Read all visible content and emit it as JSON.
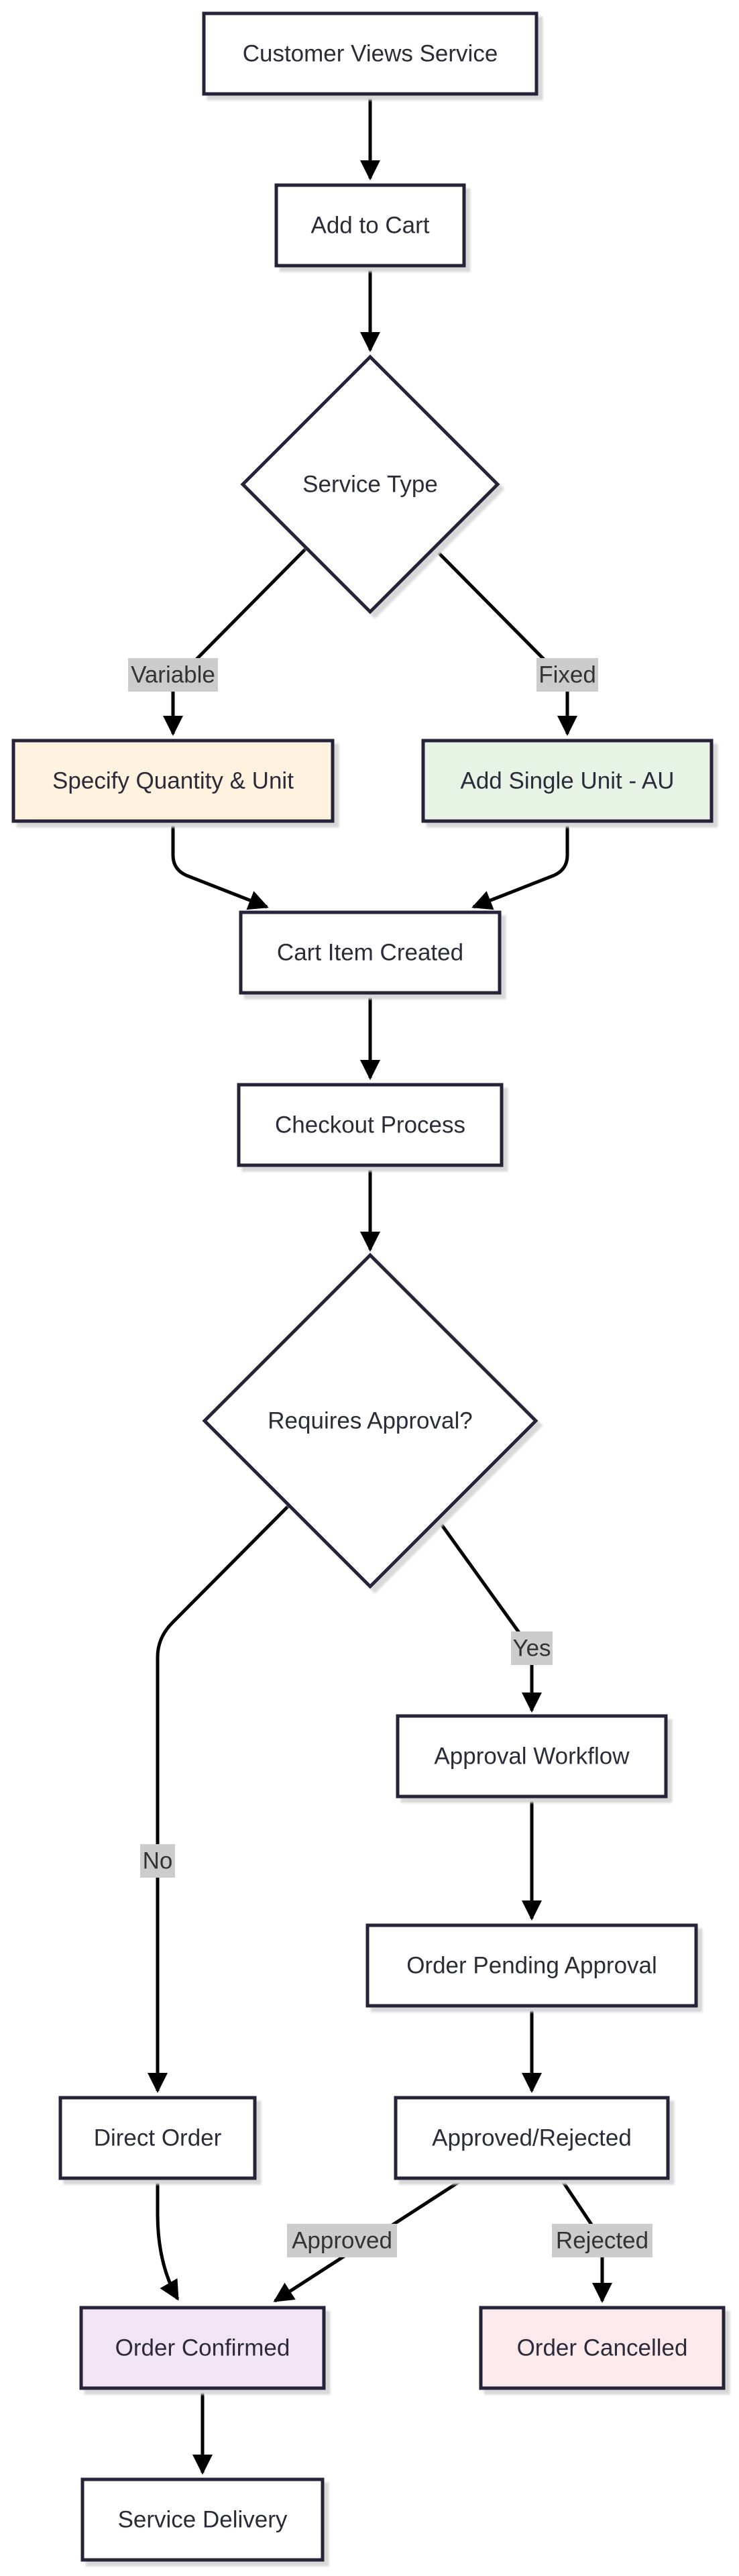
{
  "colors": {
    "default_fill": "#ffffff",
    "stroke": "#252438",
    "edge": "#000000",
    "label_bg": "#cccccc",
    "variable_fill": "#fff2df",
    "fixed_fill": "#e7f3e5",
    "confirmed_fill": "#f1e4f4",
    "cancelled_fill": "#fce9ec"
  },
  "nodes": {
    "customer_views": {
      "label": "Customer Views Service",
      "shape": "process"
    },
    "add_to_cart": {
      "label": "Add to Cart",
      "shape": "process"
    },
    "service_type": {
      "label": "Service Type",
      "shape": "decision"
    },
    "specify_quantity": {
      "label": "Specify Quantity & Unit",
      "shape": "process"
    },
    "add_single_unit": {
      "label": "Add Single Unit - AU",
      "shape": "process"
    },
    "cart_item_created": {
      "label": "Cart Item Created",
      "shape": "process"
    },
    "checkout_process": {
      "label": "Checkout Process",
      "shape": "process"
    },
    "requires_approval": {
      "label": "Requires Approval?",
      "shape": "decision"
    },
    "approval_workflow": {
      "label": "Approval Workflow",
      "shape": "process"
    },
    "order_pending": {
      "label": "Order Pending Approval",
      "shape": "process"
    },
    "direct_order": {
      "label": "Direct Order",
      "shape": "process"
    },
    "approved_rejected": {
      "label": "Approved/Rejected",
      "shape": "process"
    },
    "order_confirmed": {
      "label": "Order Confirmed",
      "shape": "process"
    },
    "order_cancelled": {
      "label": "Order Cancelled",
      "shape": "process"
    },
    "service_delivery": {
      "label": "Service Delivery",
      "shape": "process"
    }
  },
  "edges": [
    {
      "from": "customer_views",
      "to": "add_to_cart",
      "label": ""
    },
    {
      "from": "add_to_cart",
      "to": "service_type",
      "label": ""
    },
    {
      "from": "service_type",
      "to": "specify_quantity",
      "label": "Variable"
    },
    {
      "from": "service_type",
      "to": "add_single_unit",
      "label": "Fixed"
    },
    {
      "from": "specify_quantity",
      "to": "cart_item_created",
      "label": ""
    },
    {
      "from": "add_single_unit",
      "to": "cart_item_created",
      "label": ""
    },
    {
      "from": "cart_item_created",
      "to": "checkout_process",
      "label": ""
    },
    {
      "from": "checkout_process",
      "to": "requires_approval",
      "label": ""
    },
    {
      "from": "requires_approval",
      "to": "approval_workflow",
      "label": "Yes"
    },
    {
      "from": "requires_approval",
      "to": "direct_order",
      "label": "No"
    },
    {
      "from": "approval_workflow",
      "to": "order_pending",
      "label": ""
    },
    {
      "from": "order_pending",
      "to": "approved_rejected",
      "label": ""
    },
    {
      "from": "approved_rejected",
      "to": "order_confirmed",
      "label": "Approved"
    },
    {
      "from": "approved_rejected",
      "to": "order_cancelled",
      "label": "Rejected"
    },
    {
      "from": "direct_order",
      "to": "order_confirmed",
      "label": ""
    },
    {
      "from": "order_confirmed",
      "to": "service_delivery",
      "label": ""
    }
  ]
}
